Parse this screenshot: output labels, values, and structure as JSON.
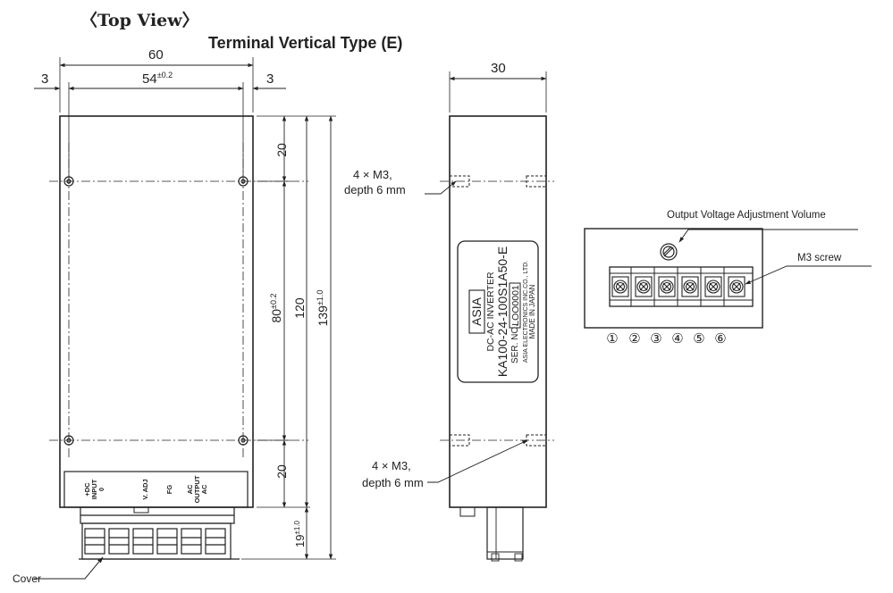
{
  "header": {
    "view_label": "〈Top View〉",
    "title": "Terminal Vertical Type (E)"
  },
  "front_view": {
    "dims": {
      "overall_width": "60",
      "hole_spacing": "54",
      "hole_spacing_tol": "±0.2",
      "side_margin_left": "3",
      "side_margin_right": "3",
      "top_offset": "20",
      "hole_pitch": "80",
      "hole_pitch_tol": "±0.2",
      "bottom_offset": "20",
      "mid_height": "120",
      "overall_height": "139",
      "overall_height_tol": "±1.0",
      "terminal_height": "19",
      "terminal_height_tol": "±1.0"
    },
    "panel_labels": {
      "dc_input": [
        "+DC",
        "INPUT",
        "0"
      ],
      "v_adj": "V. ADJ",
      "fg": "FG",
      "ac_output": [
        "AC",
        "OUTPUT",
        "AC"
      ]
    },
    "cover_label": "Cover"
  },
  "side_view": {
    "width_dim": "30",
    "mount_top": [
      "4 × M3,",
      "depth 6 mm"
    ],
    "mount_bottom": [
      "4 × M3,",
      "depth 6 mm"
    ],
    "nameplate": {
      "brand": "ASIA",
      "line1": "DC-AC INVERTER",
      "line2": "KA100-24-100S1A50-E",
      "ser_prefix": "SER. NO.",
      "ser_no": "LOO0001",
      "line4": "ASIA ELECTRONICS INC.CO., LTD.",
      "line5": "MADE IN JAPAN"
    }
  },
  "terminal_view": {
    "volume_label": "Output Voltage Adjustment Volume",
    "screw_label": "M3 screw",
    "terminal_numbers": [
      "①",
      "②",
      "③",
      "④",
      "⑤",
      "⑥"
    ]
  }
}
